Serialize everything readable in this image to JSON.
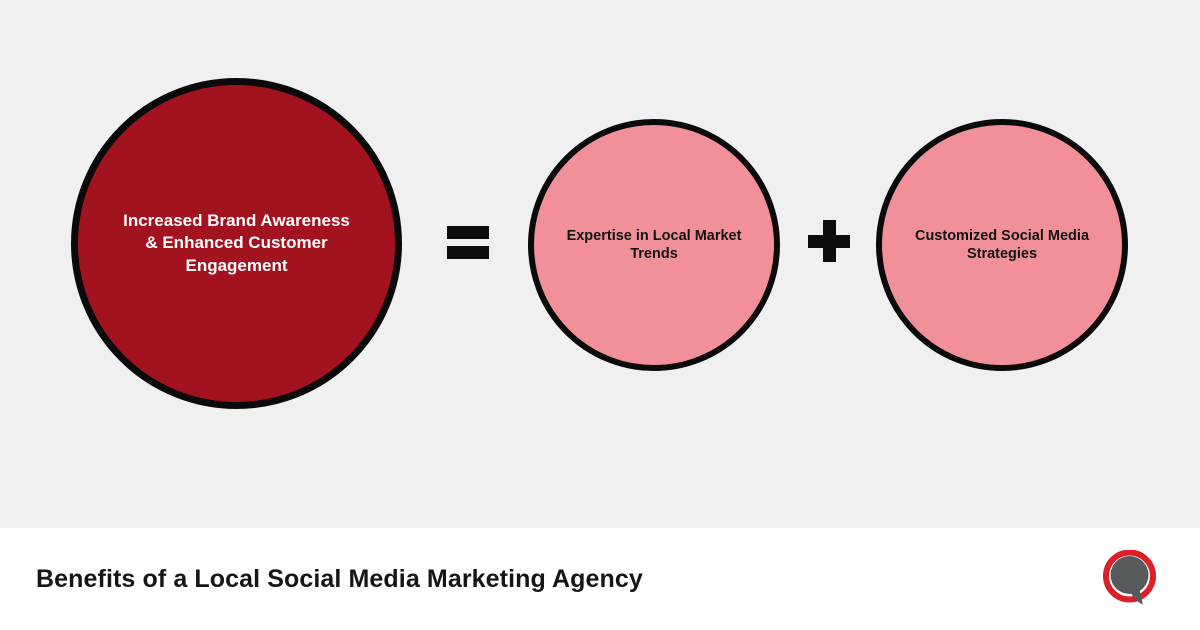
{
  "page": {
    "stage_background": "#f0f0f0",
    "footer_background": "#ffffff"
  },
  "diagram": {
    "result_circle": {
      "label": "Increased Brand Awareness & Enhanced Customer Engagement",
      "fill": "#a2131f",
      "border_color": "#0a0a0a",
      "text_color": "#ffffff"
    },
    "equals_operator": "=",
    "plus_operator": "+",
    "operator_color": "#0d0d0d",
    "operand_circles": [
      {
        "label": "Expertise in Local Market Trends",
        "fill": "#f2909a",
        "border_color": "#0a0a0a",
        "text_color": "#121212"
      },
      {
        "label": "Customized Social Media Strategies",
        "fill": "#f2909a",
        "border_color": "#0a0a0a",
        "text_color": "#121212"
      }
    ]
  },
  "footer": {
    "title": "Benefits of a Local Social Media Marketing Agency",
    "logo": {
      "name": "speech-bubble-logo",
      "ring_color": "#dd2027",
      "bubble_color": "#58595b"
    }
  }
}
